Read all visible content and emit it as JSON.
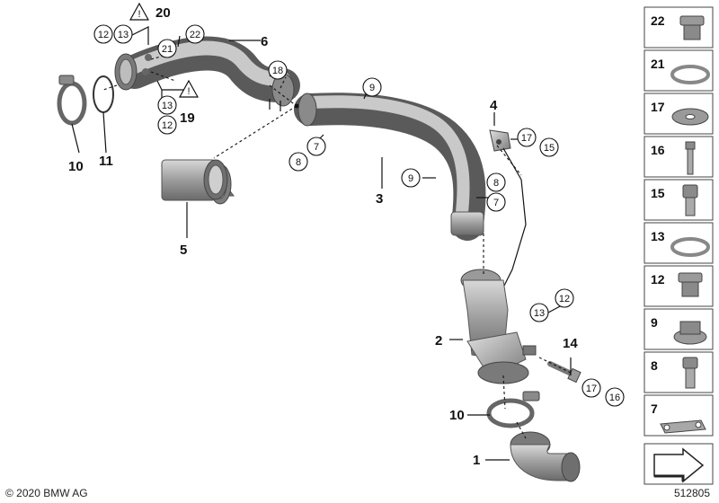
{
  "callouts": {
    "c1": "1",
    "c2": "2",
    "c3": "3",
    "c4": "4",
    "c5": "5",
    "c6": "6",
    "c7a": "7",
    "c7b": "7",
    "c8a": "8",
    "c8b": "8",
    "c9a": "9",
    "c9b": "9",
    "c10a": "10",
    "c10b": "10",
    "c11": "11",
    "c12a": "12",
    "c12b": "12",
    "c12c": "12",
    "c13a": "13",
    "c13b": "13",
    "c13c": "13",
    "c14": "14",
    "c15": "15",
    "c16": "16",
    "c17a": "17",
    "c17b": "17",
    "c18": "18",
    "c19": "19",
    "c20": "20",
    "c21": "21",
    "c22": "22"
  },
  "parts_panel": [
    {
      "label": "22"
    },
    {
      "label": "21"
    },
    {
      "label": "17"
    },
    {
      "label": "16"
    },
    {
      "label": "15"
    },
    {
      "label": "13"
    },
    {
      "label": "12"
    },
    {
      "label": "9"
    },
    {
      "label": "8"
    },
    {
      "label": "7"
    }
  ],
  "footer": {
    "copyright": "© 2020 BMW AG",
    "diagram_number": "512805"
  }
}
